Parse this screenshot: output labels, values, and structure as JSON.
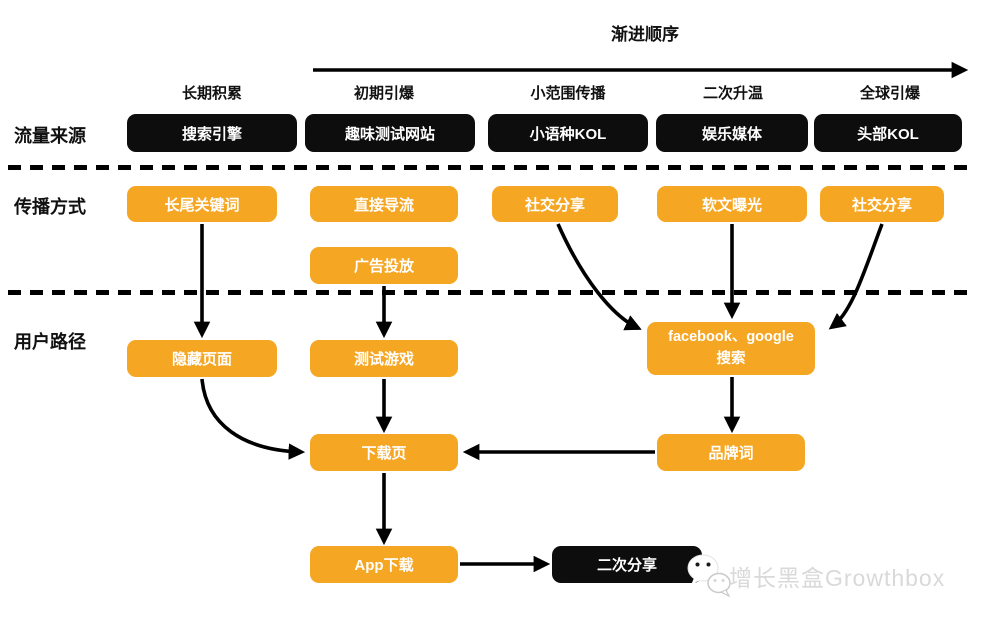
{
  "title": "渐进顺序",
  "row_labels": {
    "traffic_source": "流量来源",
    "spread_method": "传播方式",
    "user_path": "用户路径"
  },
  "stages": [
    {
      "header": "长期积累",
      "source": "搜索引擎",
      "method": "长尾关键词"
    },
    {
      "header": "初期引爆",
      "source": "趣味测试网站",
      "method": "直接导流",
      "method_extra": "广告投放"
    },
    {
      "header": "小范围传播",
      "source": "小语种KOL",
      "method": "社交分享"
    },
    {
      "header": "二次升温",
      "source": "娱乐媒体",
      "method": "软文曝光"
    },
    {
      "header": "全球引爆",
      "source": "头部KOL",
      "method": "社交分享"
    }
  ],
  "user_path": {
    "hidden_page": "隐藏页面",
    "test_game": "测试游戏",
    "fb_google_line1": "facebook、google",
    "fb_google_line2": "搜索",
    "brand_word": "品牌词",
    "download_page": "下载页",
    "app_download": "App下载",
    "second_share": "二次分享"
  },
  "watermark": {
    "text": "增长黑盒Growthbox",
    "icon": "wechat-icon"
  },
  "colors": {
    "accent_orange": "#F5A623",
    "node_black": "#0D0D0D",
    "watermark_gray": "#D9D9D9"
  }
}
